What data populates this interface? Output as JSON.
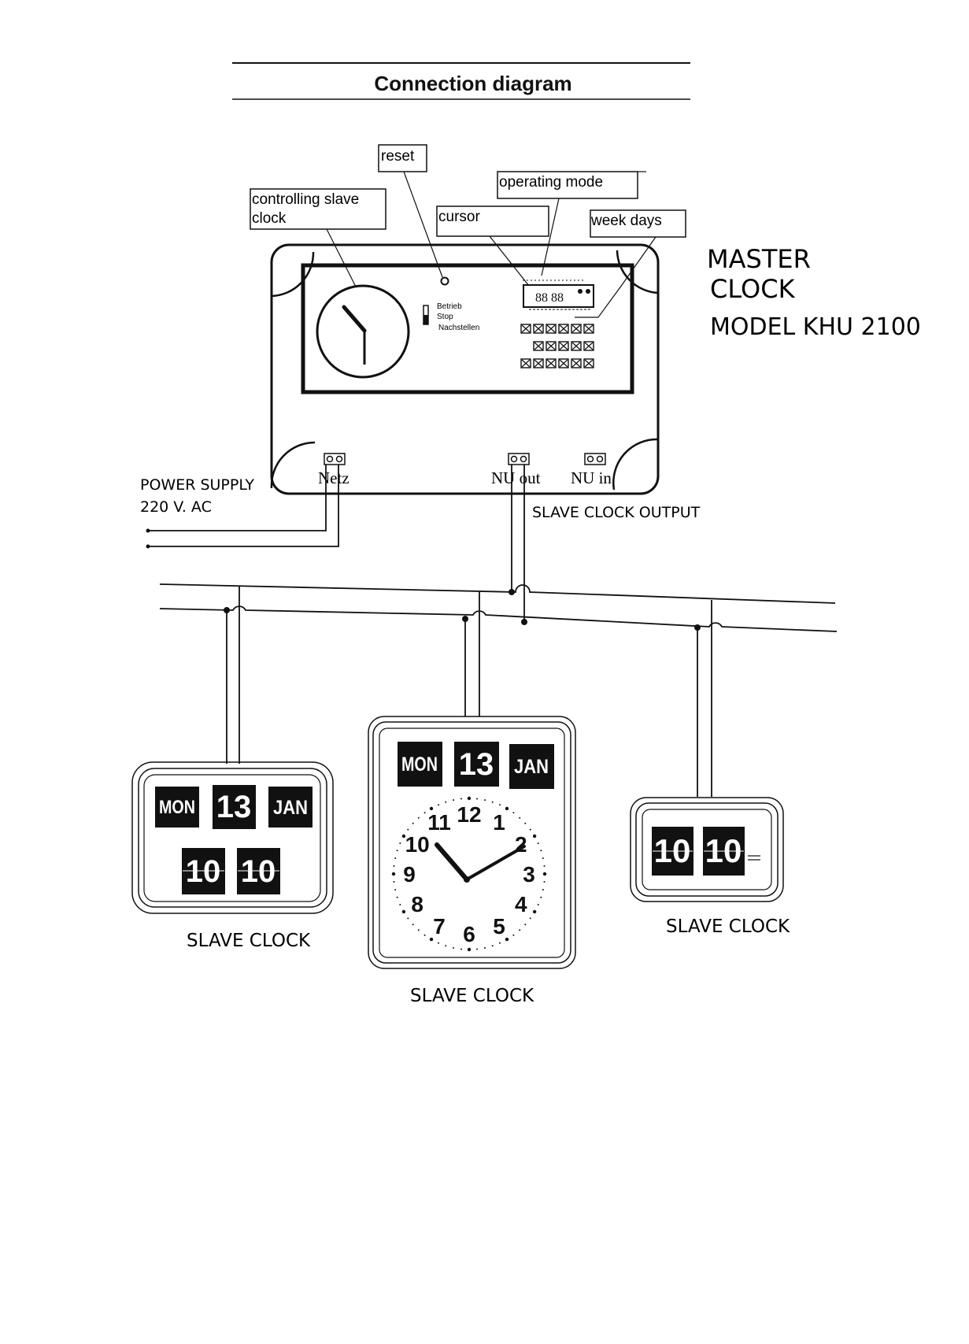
{
  "title": "Connection diagram",
  "callouts": {
    "reset": "reset",
    "operating_mode": "operating mode",
    "controlling_slave_clock_1": "controlling  slave",
    "controlling_slave_clock_2": "clock",
    "cursor": "cursor",
    "week_days": "week days"
  },
  "master": {
    "line1": "MASTER",
    "line2": "CLOCK",
    "line3": "MODEL  KHU 2100",
    "switch_label_1": "Betrieb",
    "switch_label_2": "Stop",
    "switch_label_3": "Nachstellen",
    "display_digits": "88 88",
    "terminal_netz": "Netz",
    "terminal_nu_out": "NU out",
    "terminal_nu_in": "NU in"
  },
  "power": {
    "line1": "POWER  SUPPLY",
    "line2": "220 V. AC"
  },
  "slave_output_label": "SLAVE CLOCK OUTPUT",
  "slaves": {
    "left": {
      "day": "MON",
      "date": "13",
      "month": "JAN",
      "hour": "10",
      "minute": "10",
      "label": "SLAVE CLOCK"
    },
    "center": {
      "day": "MON",
      "date": "13",
      "month": "JAN",
      "label": "SLAVE CLOCK",
      "numerals": [
        "12",
        "1",
        "2",
        "3",
        "4",
        "5",
        "6",
        "7",
        "8",
        "9",
        "10",
        "11"
      ]
    },
    "right": {
      "hour": "10",
      "minute": "10",
      "label": "SLAVE CLOCK"
    }
  },
  "colors": {
    "ink": "#111111",
    "paper": "#ffffff"
  }
}
